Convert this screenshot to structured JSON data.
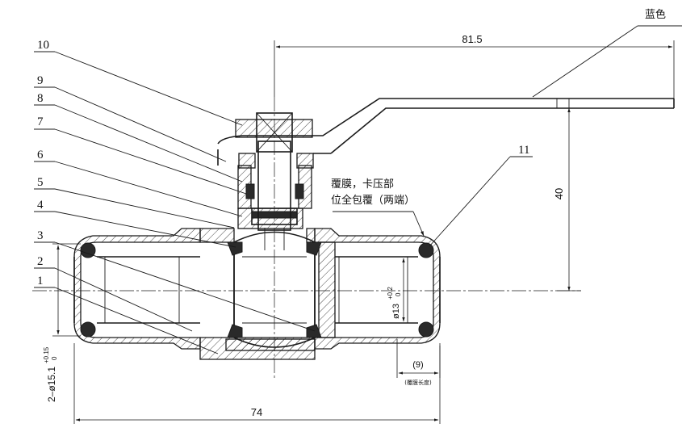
{
  "labels": {
    "color_note": "蓝色",
    "note_line1": "覆膜，卡压部",
    "note_line2": "位全包覆（两端）",
    "film_length": "(覆膜长度)"
  },
  "dimensions": {
    "handle_length": "81.5",
    "height": "40",
    "total_length": "74",
    "film_length_value": "(9)",
    "inner_diameter_main": "ø13",
    "inner_diameter_tol_upper": "+0.2",
    "inner_diameter_tol_lower": "0",
    "outer_diameter_main": "2–ø15.1",
    "outer_diameter_tol_upper": "+0.15",
    "outer_diameter_tol_lower": "0"
  },
  "part_numbers": [
    "10",
    "9",
    "8",
    "7",
    "6",
    "5",
    "4",
    "3",
    "2",
    "1",
    "11"
  ],
  "colors": {
    "line": "#1a1a1a",
    "background": "#ffffff"
  }
}
